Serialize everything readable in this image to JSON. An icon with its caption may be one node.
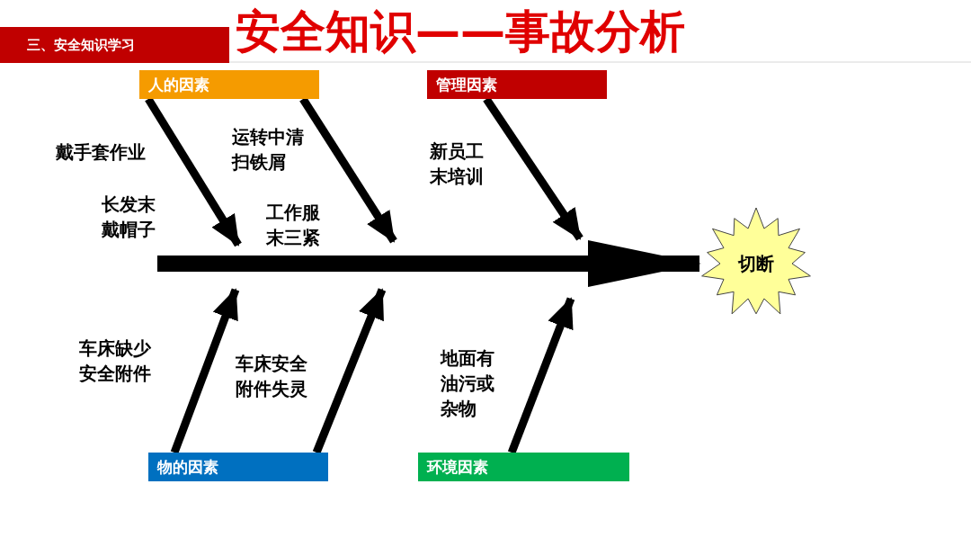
{
  "diagram": {
    "title": "安全知识——事故分析",
    "nodes": [
      {
        "text": [
          "三、安全知识学习"
        ]
      },
      {
        "text": [
          "人的因素"
        ]
      },
      {
        "text": [
          "管理因素"
        ]
      },
      {
        "text": [
          "物的因素"
        ]
      },
      {
        "text": [
          "环境因素"
        ]
      },
      {
        "text": [
          "切断"
        ]
      }
    ],
    "edges": [
      {
        "from": null,
        "to": 5,
        "arrow": "to",
        "style": "thick"
      },
      {
        "from": 1,
        "to": null,
        "arrow": "to"
      },
      {
        "from": 1,
        "to": null,
        "arrow": "to"
      },
      {
        "from": 2,
        "to": null,
        "arrow": "to"
      },
      {
        "from": 3,
        "to": null,
        "arrow": "to"
      },
      {
        "from": 3,
        "to": null,
        "arrow": "to"
      },
      {
        "from": 4,
        "to": null,
        "arrow": "to"
      }
    ],
    "labels": [
      "戴手套作业",
      "运转中清扫铁屑",
      "新员工末培训",
      "长发末戴帽子",
      "工作服末三紧",
      "车床缺少安全附件",
      "车床安全附件失灵",
      "地面有油污或杂物"
    ]
  }
}
